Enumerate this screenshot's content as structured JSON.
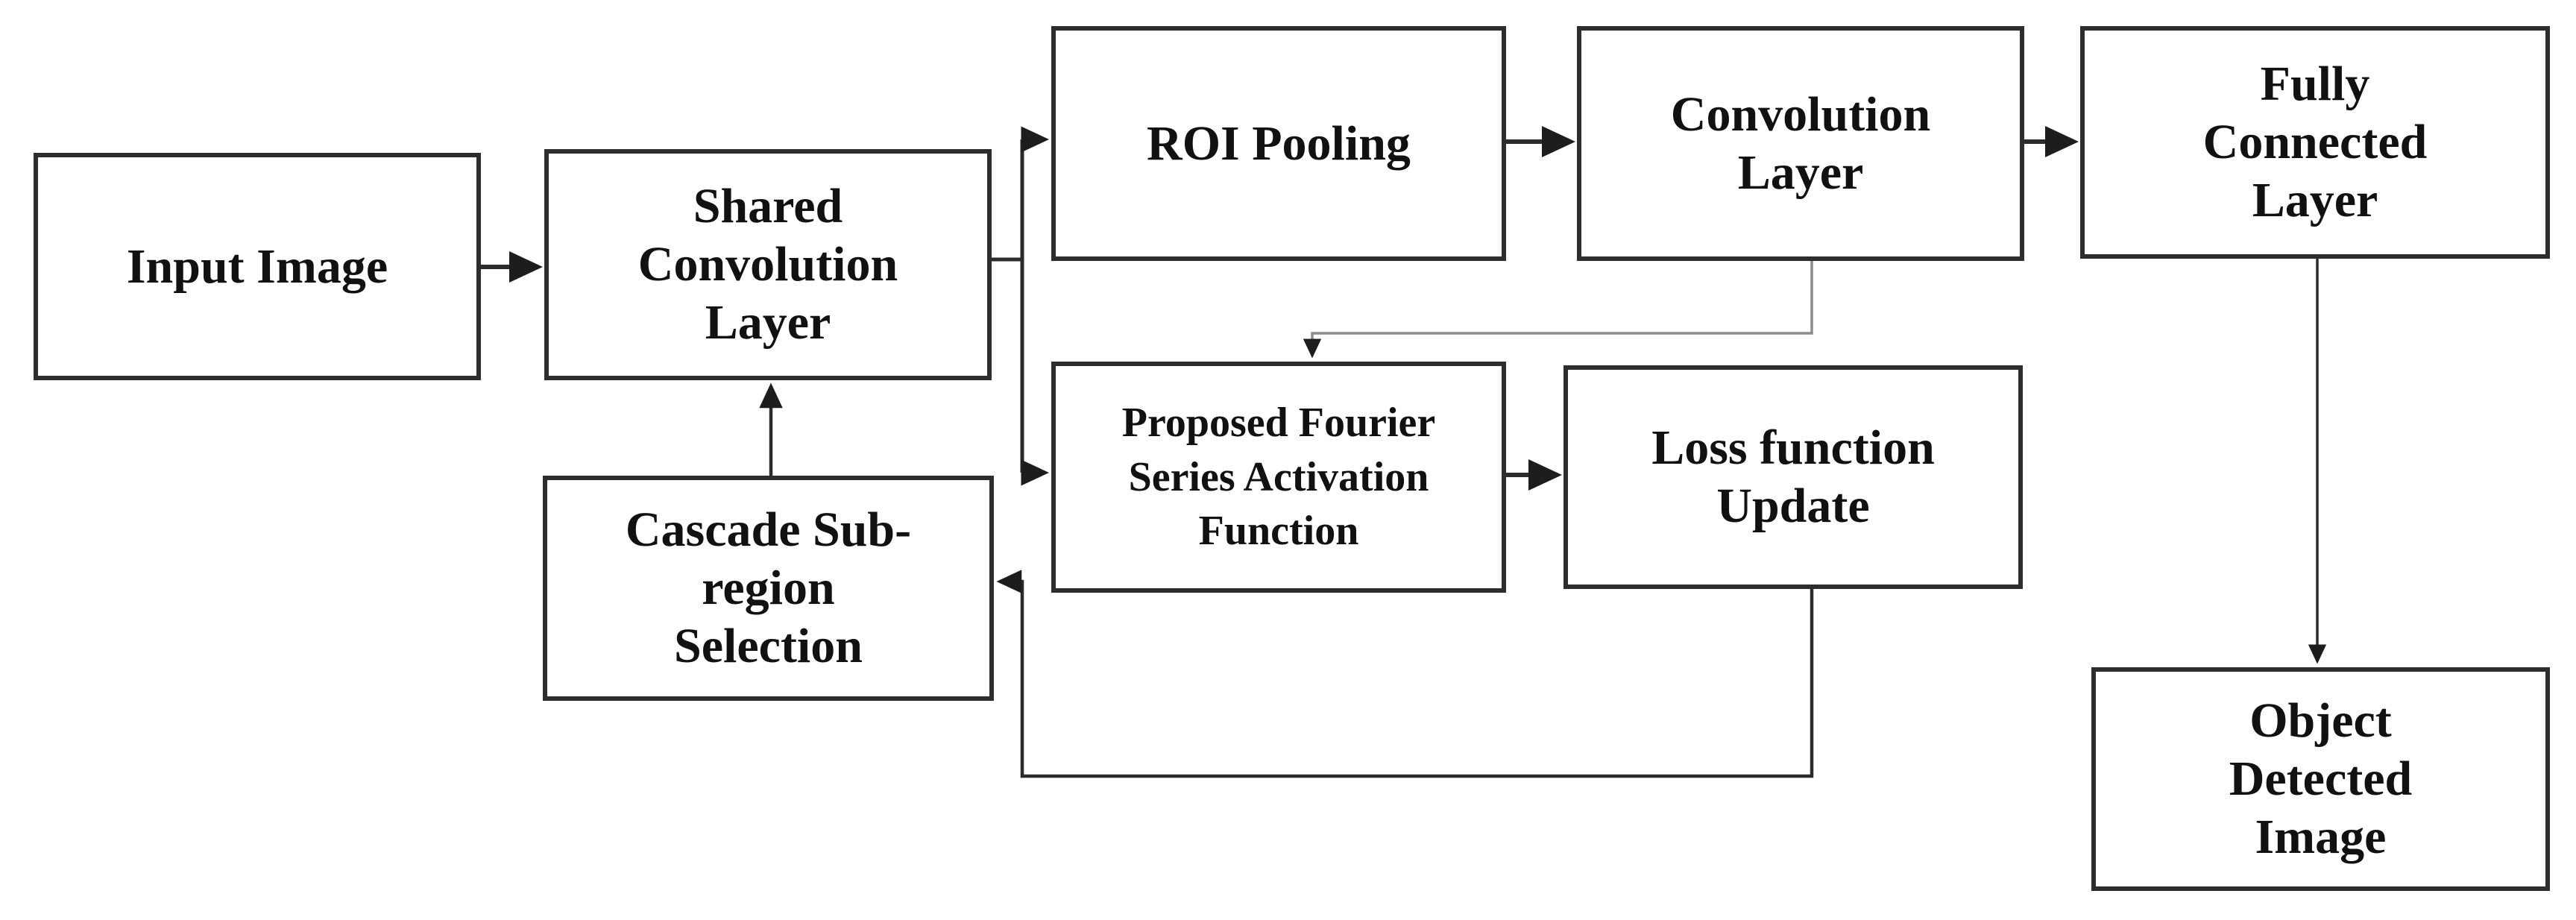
{
  "diagram": {
    "type": "flowchart",
    "nodes": {
      "input": {
        "label": "Input Image"
      },
      "shared": {
        "label": "Shared\nConvolution\nLayer"
      },
      "roi": {
        "label": "ROI Pooling"
      },
      "conv": {
        "label": "Convolution\nLayer"
      },
      "fc": {
        "label": "Fully\nConnected\nLayer"
      },
      "fourier": {
        "label": "Proposed Fourier\nSeries Activation\nFunction"
      },
      "loss": {
        "label": "Loss function\nUpdate"
      },
      "cascade": {
        "label": "Cascade Sub-\nregion\nSelection"
      },
      "object": {
        "label": "Object\nDetected\nImage"
      }
    },
    "edges": [
      {
        "from": "Input Image",
        "to": "Shared Convolution Layer"
      },
      {
        "from": "Shared Convolution Layer",
        "to": "ROI Pooling"
      },
      {
        "from": "Shared Convolution Layer",
        "to": "Proposed Fourier Series Activation Function"
      },
      {
        "from": "ROI Pooling",
        "to": "Convolution Layer"
      },
      {
        "from": "Convolution Layer",
        "to": "Fully Connected Layer"
      },
      {
        "from": "Convolution Layer",
        "to": "Proposed Fourier Series Activation Function"
      },
      {
        "from": "Proposed Fourier Series Activation Function",
        "to": "Loss function Update"
      },
      {
        "from": "Loss function Update",
        "to": "Cascade Sub-region Selection"
      },
      {
        "from": "Cascade Sub-region Selection",
        "to": "Shared Convolution Layer"
      },
      {
        "from": "Fully Connected Layer",
        "to": "Object Detected Image"
      }
    ],
    "colors": {
      "background": "#ffffff",
      "border": "#2d2d2d",
      "line": "#2b2b2b",
      "gray_line": "#8c8c8c",
      "text": "#111111"
    }
  }
}
